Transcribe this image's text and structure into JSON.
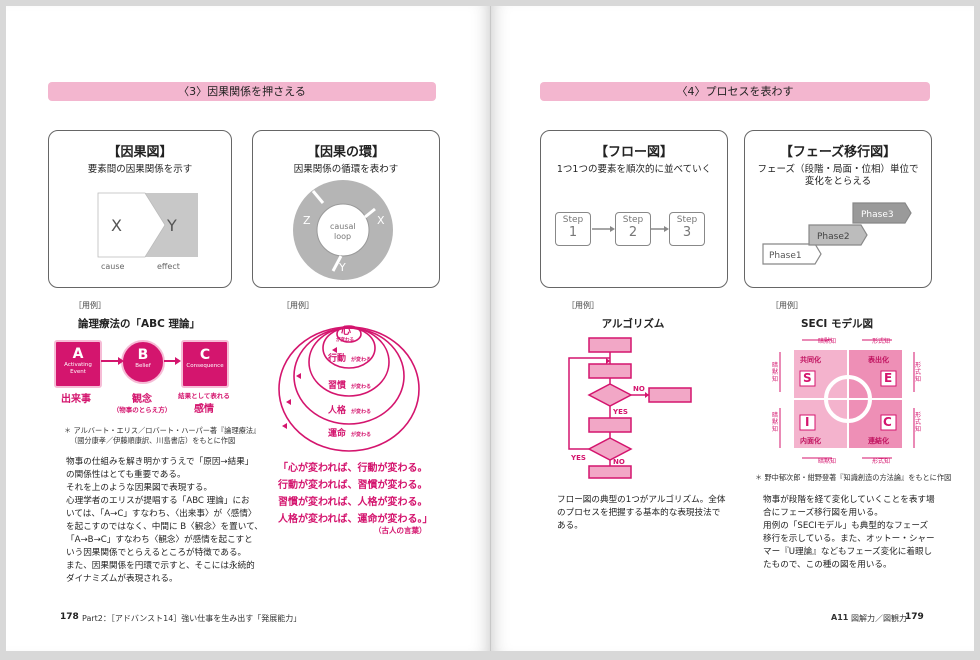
{
  "left": {
    "section": "〈3〉因果関係を押さえる",
    "box1": {
      "title": "【因果図】",
      "subtitle": "要素間の因果関係を示す",
      "x": "X",
      "y": "Y",
      "cause": "cause",
      "effect": "effect"
    },
    "box2": {
      "title": "【因果の環】",
      "subtitle": "因果関係の循環を表わす",
      "z": "Z",
      "x": "X",
      "y": "Y",
      "center1": "causal",
      "center2": "loop"
    },
    "ex1": {
      "label": "［用例］",
      "heading": "論理療法の「ABC 理論」",
      "a": "A",
      "a_sub": "Activating Event",
      "b": "B",
      "b_sub": "Belief",
      "c": "C",
      "c_sub": "Consequence",
      "a_cap": "出来事",
      "b_cap": "観念",
      "b_cap2": "（物事のとらえ方）",
      "c_cap1": "結果として表れる",
      "c_cap2": "感情",
      "note1": "＊ アルバート・エリス／ロバート・ハーパー著『論理療法』",
      "note2": "（國分康孝／伊藤順康訳、川島書店）をもとに作図",
      "p": [
        "物事の仕組みを解き明かすうえで「原因→結果」",
        "の関係性はとても重要である。",
        "それを上のような因果図で表現する。",
        "心理学者のエリスが提唱する「ABC 理論」にお",
        "いては、「A→C」すなわち、〈出来事〉が〈感情〉",
        "を起こすのではなく、中間に B〈観念〉を置いて、",
        "「A→B→C」すなわち〈観念〉が感情を起こすと",
        "いう因果関係でとらえるところが特徴である。",
        "また、因果関係を円環で示すと、そこには永続的",
        "ダイナミズムが表現される。"
      ]
    },
    "ex2": {
      "label": "［用例］",
      "rings": [
        "心",
        "行動",
        "習慣",
        "人格",
        "運命"
      ],
      "ring_suffix": "が変わる",
      "q": [
        "「心が変われば、行動が変わる。",
        "行動が変われば、習慣が変わる。",
        "習慣が変われば、人格が変わる。",
        "人格が変われば、運命が変わる。」"
      ],
      "src": "（古人の言葉）"
    },
    "page_number": "178",
    "footer": "Part2：［アドバンスト14］強い仕事を生み出す「発展能力」"
  },
  "right": {
    "section": "〈4〉プロセスを表わす",
    "box1": {
      "title": "【フロー図】",
      "subtitle": "1つ1つの要素を順次的に並べていく",
      "steps": [
        {
          "w": "Step",
          "n": "1"
        },
        {
          "w": "Step",
          "n": "2"
        },
        {
          "w": "Step",
          "n": "3"
        }
      ]
    },
    "box2": {
      "title": "【フェーズ移行図】",
      "subtitle1": "フェーズ（段階・局面・位相）単位で",
      "subtitle2": "変化をとらえる",
      "phases": [
        "Phase1",
        "Phase2",
        "Phase3"
      ]
    },
    "ex1": {
      "label": "［用例］",
      "heading": "アルゴリズム",
      "no1": "NO",
      "yes1": "YES",
      "yes2": "YES",
      "no2": "NO",
      "p": [
        "フロー図の典型の1つがアルゴリズム。全体",
        "のプロセスを把握する基本的な表現技法で",
        "ある。"
      ]
    },
    "ex2": {
      "label": "［用例］",
      "heading": "SECI モデル図",
      "top1": "暗黙知",
      "top2": "形式知",
      "left1": "暗黙知",
      "left2": "暗黙知",
      "right1": "形式知",
      "right2": "形式知",
      "bot1": "暗黙知",
      "bot2": "形式知",
      "s": "S",
      "s_lbl": "共同化",
      "e": "E",
      "e_lbl": "表出化",
      "i": "I",
      "i_lbl": "内面化",
      "c": "C",
      "c_lbl": "連結化",
      "note": "＊ 野中郁次郎・紺野登著『知識創造の方法論』をもとに作図",
      "p": [
        "物事が段階を経て変化していくことを表す場",
        "合にフェーズ移行図を用いる。",
        "用例の「SECIモデル」も典型的なフェーズ",
        "移行を示している。また、オットー・シャー",
        "マー『U理論』などもフェーズ変化に着眼し",
        "たもので、この種の図を用いる。"
      ]
    },
    "page_code": "A11",
    "footer": "図解力／図観力",
    "page_number": "179"
  },
  "colors": {
    "accent": "#d4156e",
    "pink_bar": "#f3b6cf",
    "gray": "#9a9a9a"
  }
}
